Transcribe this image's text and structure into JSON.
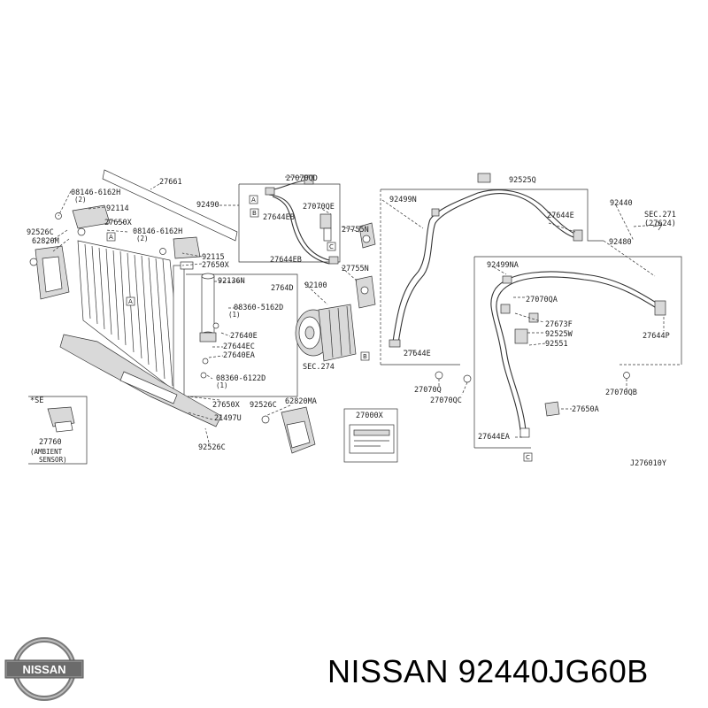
{
  "caption": {
    "brand": "NISSAN",
    "part_number": "92440JG60B"
  },
  "logo": {
    "text": "NISSAN"
  },
  "diagram": {
    "figure_code": "J276010Y",
    "section_label": "SEC.274",
    "section_ref": {
      "line1": "SEC.271",
      "line2": "(27624)"
    },
    "option_note": "*SE",
    "sensor_label": {
      "part": "27760",
      "line1": "(AMBIENT",
      "line2": "SENSOR)"
    },
    "placard_label": "27000X",
    "callouts": [
      "27661",
      "92490",
      "27070QD",
      "27070QE",
      "27644EB",
      "27644EB",
      "27755N",
      "27755N",
      "08146-6162H",
      "(2)",
      "92114",
      "27650X",
      "08146-6162H",
      "(2)",
      "92526C",
      "62820M",
      "92115",
      "27650X",
      "92136N",
      "2764D",
      "92100",
      "08360-5162D",
      "(1)",
      "27640E",
      "27644EC",
      "27640EA",
      "08360-6122D",
      "(1)",
      "27650X",
      "92526C",
      "21497U",
      "92526C",
      "62820MA",
      "92499N",
      "92525Q",
      "92440",
      "27644E",
      "92480",
      "92499NA",
      "27070QA",
      "27673F",
      "92525W",
      "92551",
      "27644P",
      "27644E",
      "27070Q",
      "27070QC",
      "27070QB",
      "27650A",
      "27644EA"
    ],
    "markers": [
      "A",
      "A",
      "A",
      "B",
      "B",
      "C",
      "C"
    ]
  }
}
